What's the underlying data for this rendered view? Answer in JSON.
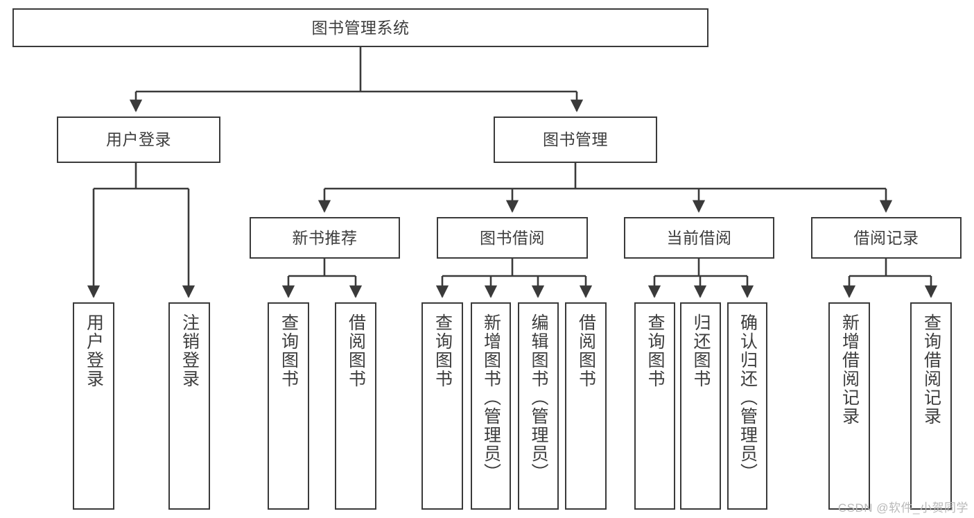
{
  "diagram": {
    "title": "图书管理系统",
    "watermark": "CSDN @软件_小贺同学",
    "levels": {
      "root": {
        "label": "图书管理系统"
      },
      "level2": [
        {
          "id": "user-login",
          "label": "用户登录"
        },
        {
          "id": "book-management",
          "label": "图书管理"
        }
      ],
      "level3": [
        {
          "id": "new-book-recommend",
          "label": "新书推荐"
        },
        {
          "id": "book-borrow",
          "label": "图书借阅"
        },
        {
          "id": "current-borrow",
          "label": "当前借阅"
        },
        {
          "id": "borrow-record",
          "label": "借阅记录"
        }
      ],
      "leaves": {
        "user_login": [
          {
            "id": "leaf-user-login",
            "label": "用户登录"
          },
          {
            "id": "leaf-user-logout",
            "label": "注销登录"
          }
        ],
        "new_book_recommend": [
          {
            "id": "leaf-query-book-1",
            "label": "查询图书"
          },
          {
            "id": "leaf-borrow-book-1",
            "label": "借阅图书"
          }
        ],
        "book_borrow": [
          {
            "id": "leaf-query-book-2",
            "label": "查询图书"
          },
          {
            "id": "leaf-add-book",
            "label": "新增图书（管理员）"
          },
          {
            "id": "leaf-edit-book",
            "label": "编辑图书（管理员）"
          },
          {
            "id": "leaf-borrow-book-2",
            "label": "借阅图书"
          }
        ],
        "current_borrow": [
          {
            "id": "leaf-query-book-3",
            "label": "查询图书"
          },
          {
            "id": "leaf-return-book",
            "label": "归还图书"
          },
          {
            "id": "leaf-confirm-return",
            "label": "确认归还（管理员）"
          }
        ],
        "borrow_record": [
          {
            "id": "leaf-add-borrow-record",
            "label": "新增借阅记录"
          },
          {
            "id": "leaf-query-borrow-record",
            "label": "查询借阅记录"
          }
        ]
      }
    },
    "colors": {
      "stroke": "#3a3a3a",
      "text": "#3d3d3d",
      "background": "#ffffff",
      "watermark": "#b9b9b9"
    }
  }
}
